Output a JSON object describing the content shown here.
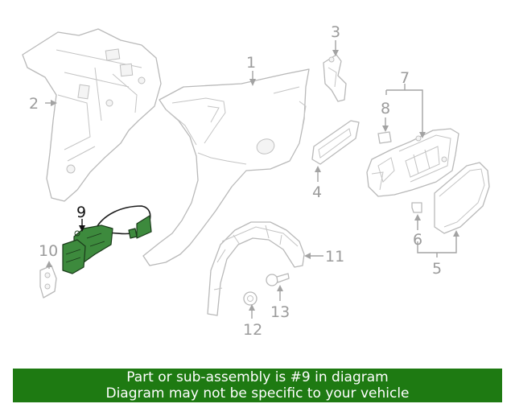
{
  "callouts": {
    "c1": "1",
    "c2": "2",
    "c3": "3",
    "c4": "4",
    "c5": "5",
    "c6": "6",
    "c7": "7",
    "c8": "8",
    "c9": "9",
    "c10": "10",
    "c11": "11",
    "c12": "12",
    "c13": "13"
  },
  "highlighted_callout": "9",
  "colors": {
    "banner_background": "#1e7a12",
    "banner_text": "#ffffff",
    "highlighted_part": "#3d8a3d",
    "part_outline": "#b9b9b9",
    "callout_text": "#9b9b9b"
  },
  "banner": {
    "line1": "Part or sub-assembly is #9 in diagram",
    "line2": "Diagram may not be specific to your vehicle"
  }
}
